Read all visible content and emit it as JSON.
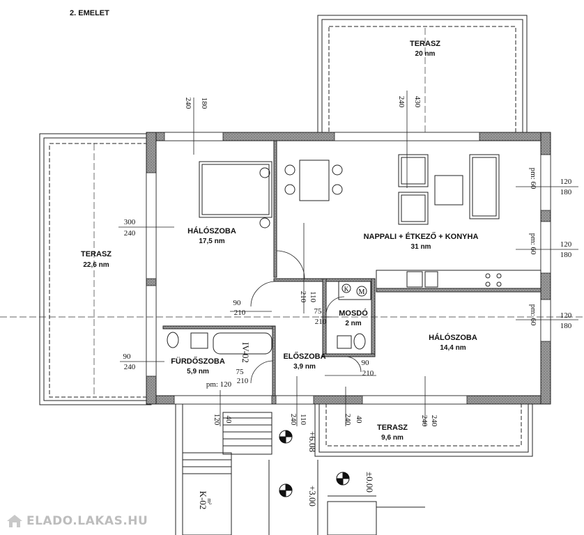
{
  "floor_title": "2. EMELET",
  "rooms": {
    "terasz_top": {
      "name": "TERASZ",
      "area": "20 nm"
    },
    "terasz_left": {
      "name": "TERASZ",
      "area": "22,6 nm"
    },
    "haloszoba_1": {
      "name": "HÁLÓSZOBA",
      "area": "17,5 nm"
    },
    "nappali": {
      "name": "NAPPALI + ÉTKEZŐ + KONYHA",
      "area": "31 nm"
    },
    "mosdo": {
      "name": "MOSDÓ",
      "area": "2 nm"
    },
    "haloszoba_2": {
      "name": "HÁLÓSZOBA",
      "area": "14,4 nm"
    },
    "furdoszoba": {
      "name": "FÜRDŐSZOBA",
      "area": "5,9 nm"
    },
    "eloszoba": {
      "name": "ELŐSZOBA",
      "area": "3,9 nm"
    },
    "terasz_bottom": {
      "name": "TERASZ",
      "area": "9,6 nm"
    }
  },
  "dimensions": {
    "w1_top": "180",
    "w1_bot": "240",
    "w2_top": "430",
    "w2_bot": "240",
    "w3_top": "300",
    "w3_bot": "240",
    "d1_top": "90",
    "d1_bot": "210",
    "d2_top": "110",
    "d2_bot": "210",
    "d3_top": "75",
    "d3_bot": "210",
    "d4_top": "90",
    "d4_bot": "210",
    "d5_top": "75",
    "d5_bot": "210",
    "w4_top": "90",
    "w4_bot": "240",
    "r1_top": "120",
    "r1_bot": "180",
    "r1_pm": "pm: 60",
    "r2_top": "120",
    "r2_bot": "180",
    "r2_pm": "pm: 60",
    "r3_top": "120",
    "r3_bot": "180",
    "r3_pm": "pm: 60",
    "bath_pm": "pm: 120",
    "b1_top": "40",
    "b1_bot": "120",
    "b2_top": "110",
    "b2_bot": "240",
    "b3_top": "40",
    "b3_bot": "240",
    "b4_top": "240",
    "b4_bot": "240"
  },
  "labels": {
    "iv": "IV-02",
    "k02": "K-02",
    "m2": "m²",
    "lvl_608": "+6.08",
    "lvl_300": "+3.00",
    "lvl_000": "±0.00",
    "meter_k": "K",
    "meter_m": "M"
  },
  "watermark": {
    "text": "ELADO.LAKAS.HU"
  }
}
